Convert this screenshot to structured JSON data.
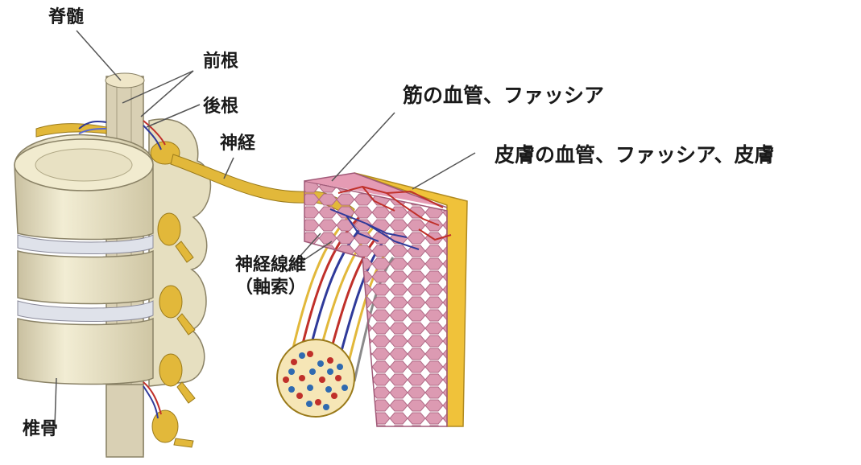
{
  "labels": {
    "spinal_cord": "脊髄",
    "anterior_root": "前根",
    "posterior_root": "後根",
    "nerve": "神経",
    "nerve_fiber": "神経線維",
    "axon": "（軸索）",
    "vertebra": "椎骨",
    "muscle_vessels": "筋の血管、ファッシア",
    "skin_vessels": "皮膚の血管、ファッシア、皮膚"
  },
  "colors": {
    "bone": "#ece6c8",
    "bone_shade": "#c9c0a0",
    "disc": "#dfe2ea",
    "nerve": "#e2b83a",
    "muscle": "#d890a8",
    "muscle_cell_line": "#b56b88",
    "skin_yellow": "#f0c23a",
    "artery": "#c0302a",
    "vein": "#2f3a9a",
    "leader_line": "#555555"
  }
}
